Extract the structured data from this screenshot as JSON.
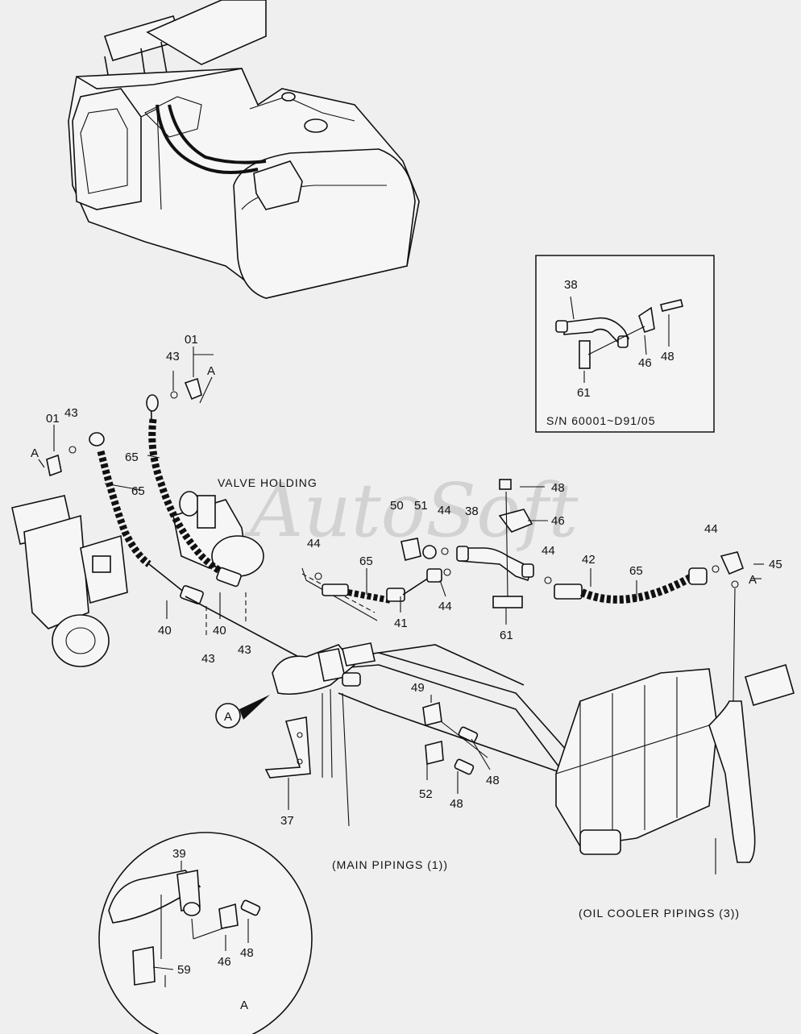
{
  "watermark": "AutoSoft",
  "captions": {
    "valve_holding": "VALVE HOLDING",
    "main_pipings": "(MAIN PIPINGS (1))",
    "oil_cooler": "(OIL COOLER PIPINGS (3))",
    "serial": "S/N 60001~D91/05",
    "detail_a": "A",
    "callout_a": "A"
  },
  "callouts": {
    "c01a": "01",
    "c43a": "43",
    "cAa": "A",
    "c01b": "01",
    "c43b": "43",
    "cAb": "A",
    "c65a": "65",
    "c65b": "65",
    "c40a": "40",
    "c40b": "40",
    "c43c": "43",
    "c43d": "43",
    "c44a": "44",
    "c65c": "65",
    "c41": "41",
    "c50": "50",
    "c51": "51",
    "c44b": "44",
    "c38a": "38",
    "c44c": "44",
    "c48a": "48",
    "c46a": "46",
    "c61a": "61",
    "c44d": "44",
    "c42": "42",
    "c65d": "65",
    "c44e": "44",
    "c45": "45",
    "cAc": "A",
    "c49": "49",
    "c52": "52",
    "c48b": "48",
    "c48c": "48",
    "c37": "37",
    "c38b": "38",
    "c46b": "46",
    "c48d": "48",
    "c61b": "61",
    "c39": "39",
    "c46c": "46",
    "c48e": "48",
    "c59": "59"
  }
}
